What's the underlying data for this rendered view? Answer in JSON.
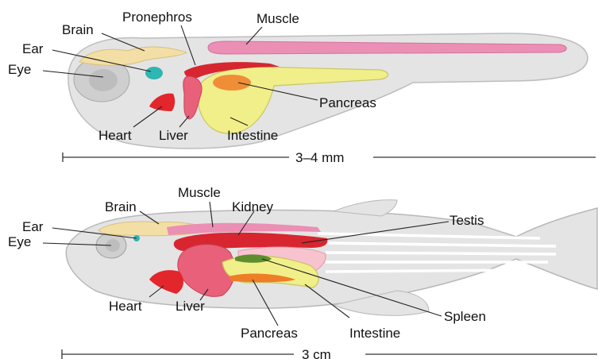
{
  "larva": {
    "labels": {
      "brain": "Brain",
      "pronephros": "Pronephros",
      "muscle": "Muscle",
      "ear": "Ear",
      "eye": "Eye",
      "pancreas": "Pancreas",
      "heart": "Heart",
      "liver": "Liver",
      "intestine": "Intestine"
    },
    "scale": "3–4 mm"
  },
  "adult": {
    "labels": {
      "muscle": "Muscle",
      "brain": "Brain",
      "kidney": "Kidney",
      "testis": "Testis",
      "ear": "Ear",
      "eye": "Eye",
      "spleen": "Spleen",
      "heart": "Heart",
      "liver": "Liver",
      "pancreas": "Pancreas",
      "intestine": "Intestine"
    },
    "scale": "3 cm"
  },
  "colors": {
    "body": "#e4e4e4",
    "outline": "#b8b8b8",
    "brain": "#f3dfa6",
    "muscle": "#eb8fb4",
    "liver": "#e8607a",
    "heart": "#e2262c",
    "pronephros": "#d7262f",
    "intestine": "#f1ef8a",
    "pancreas": "#ef7d28",
    "ear": "#2fb5b2",
    "testis": "#f7c3cf",
    "spleen": "#5d8e2d"
  }
}
